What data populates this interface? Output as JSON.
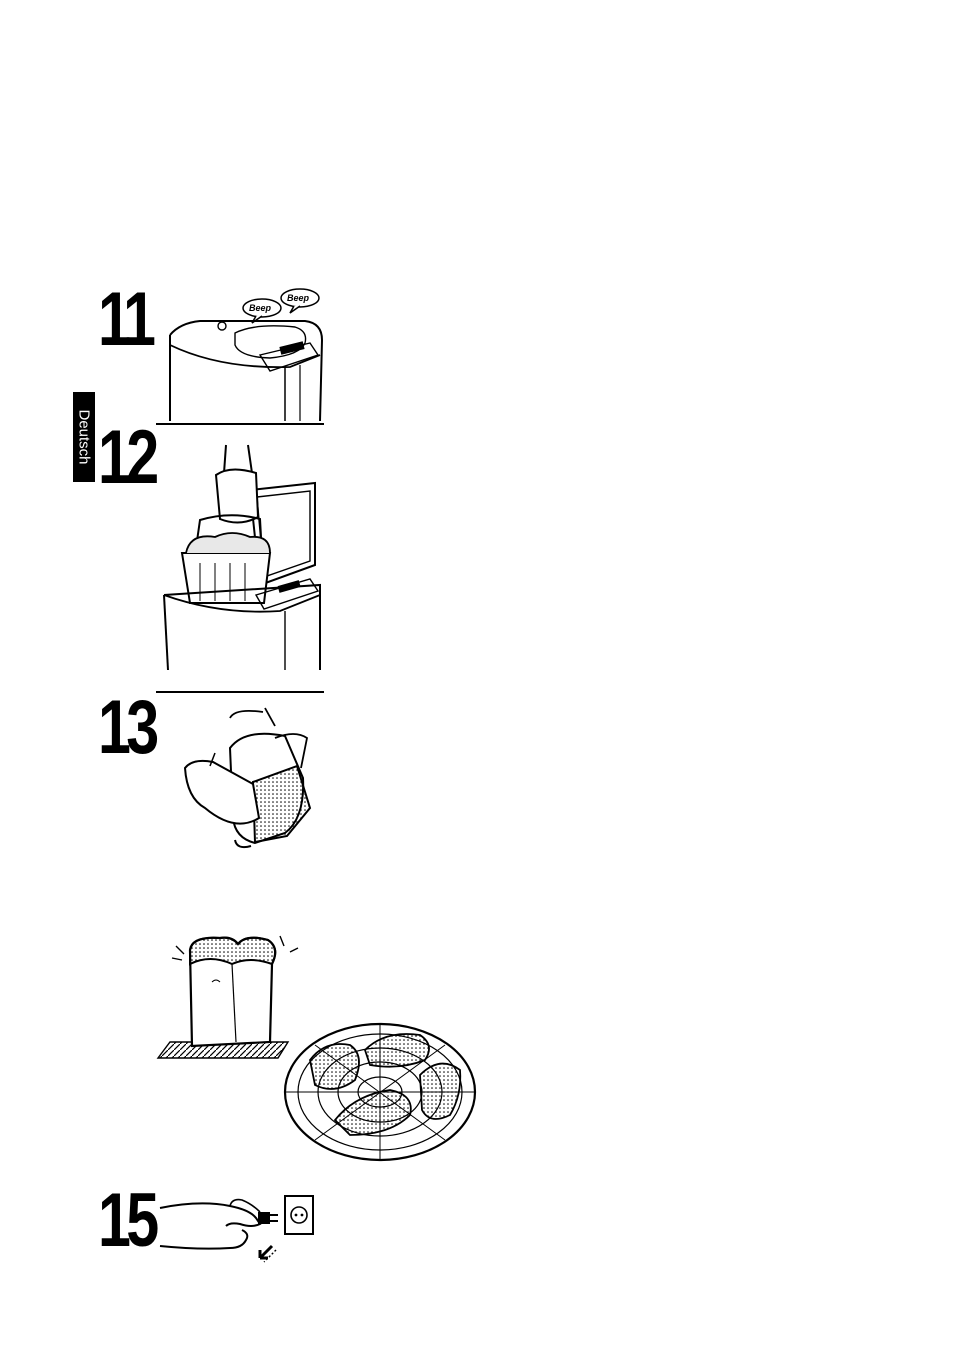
{
  "language_tab": "Deutsch",
  "steps": {
    "s11": "11",
    "s12": "12",
    "s13": "13",
    "s15": "15"
  },
  "beep_labels": [
    "Beep",
    "Beep"
  ]
}
